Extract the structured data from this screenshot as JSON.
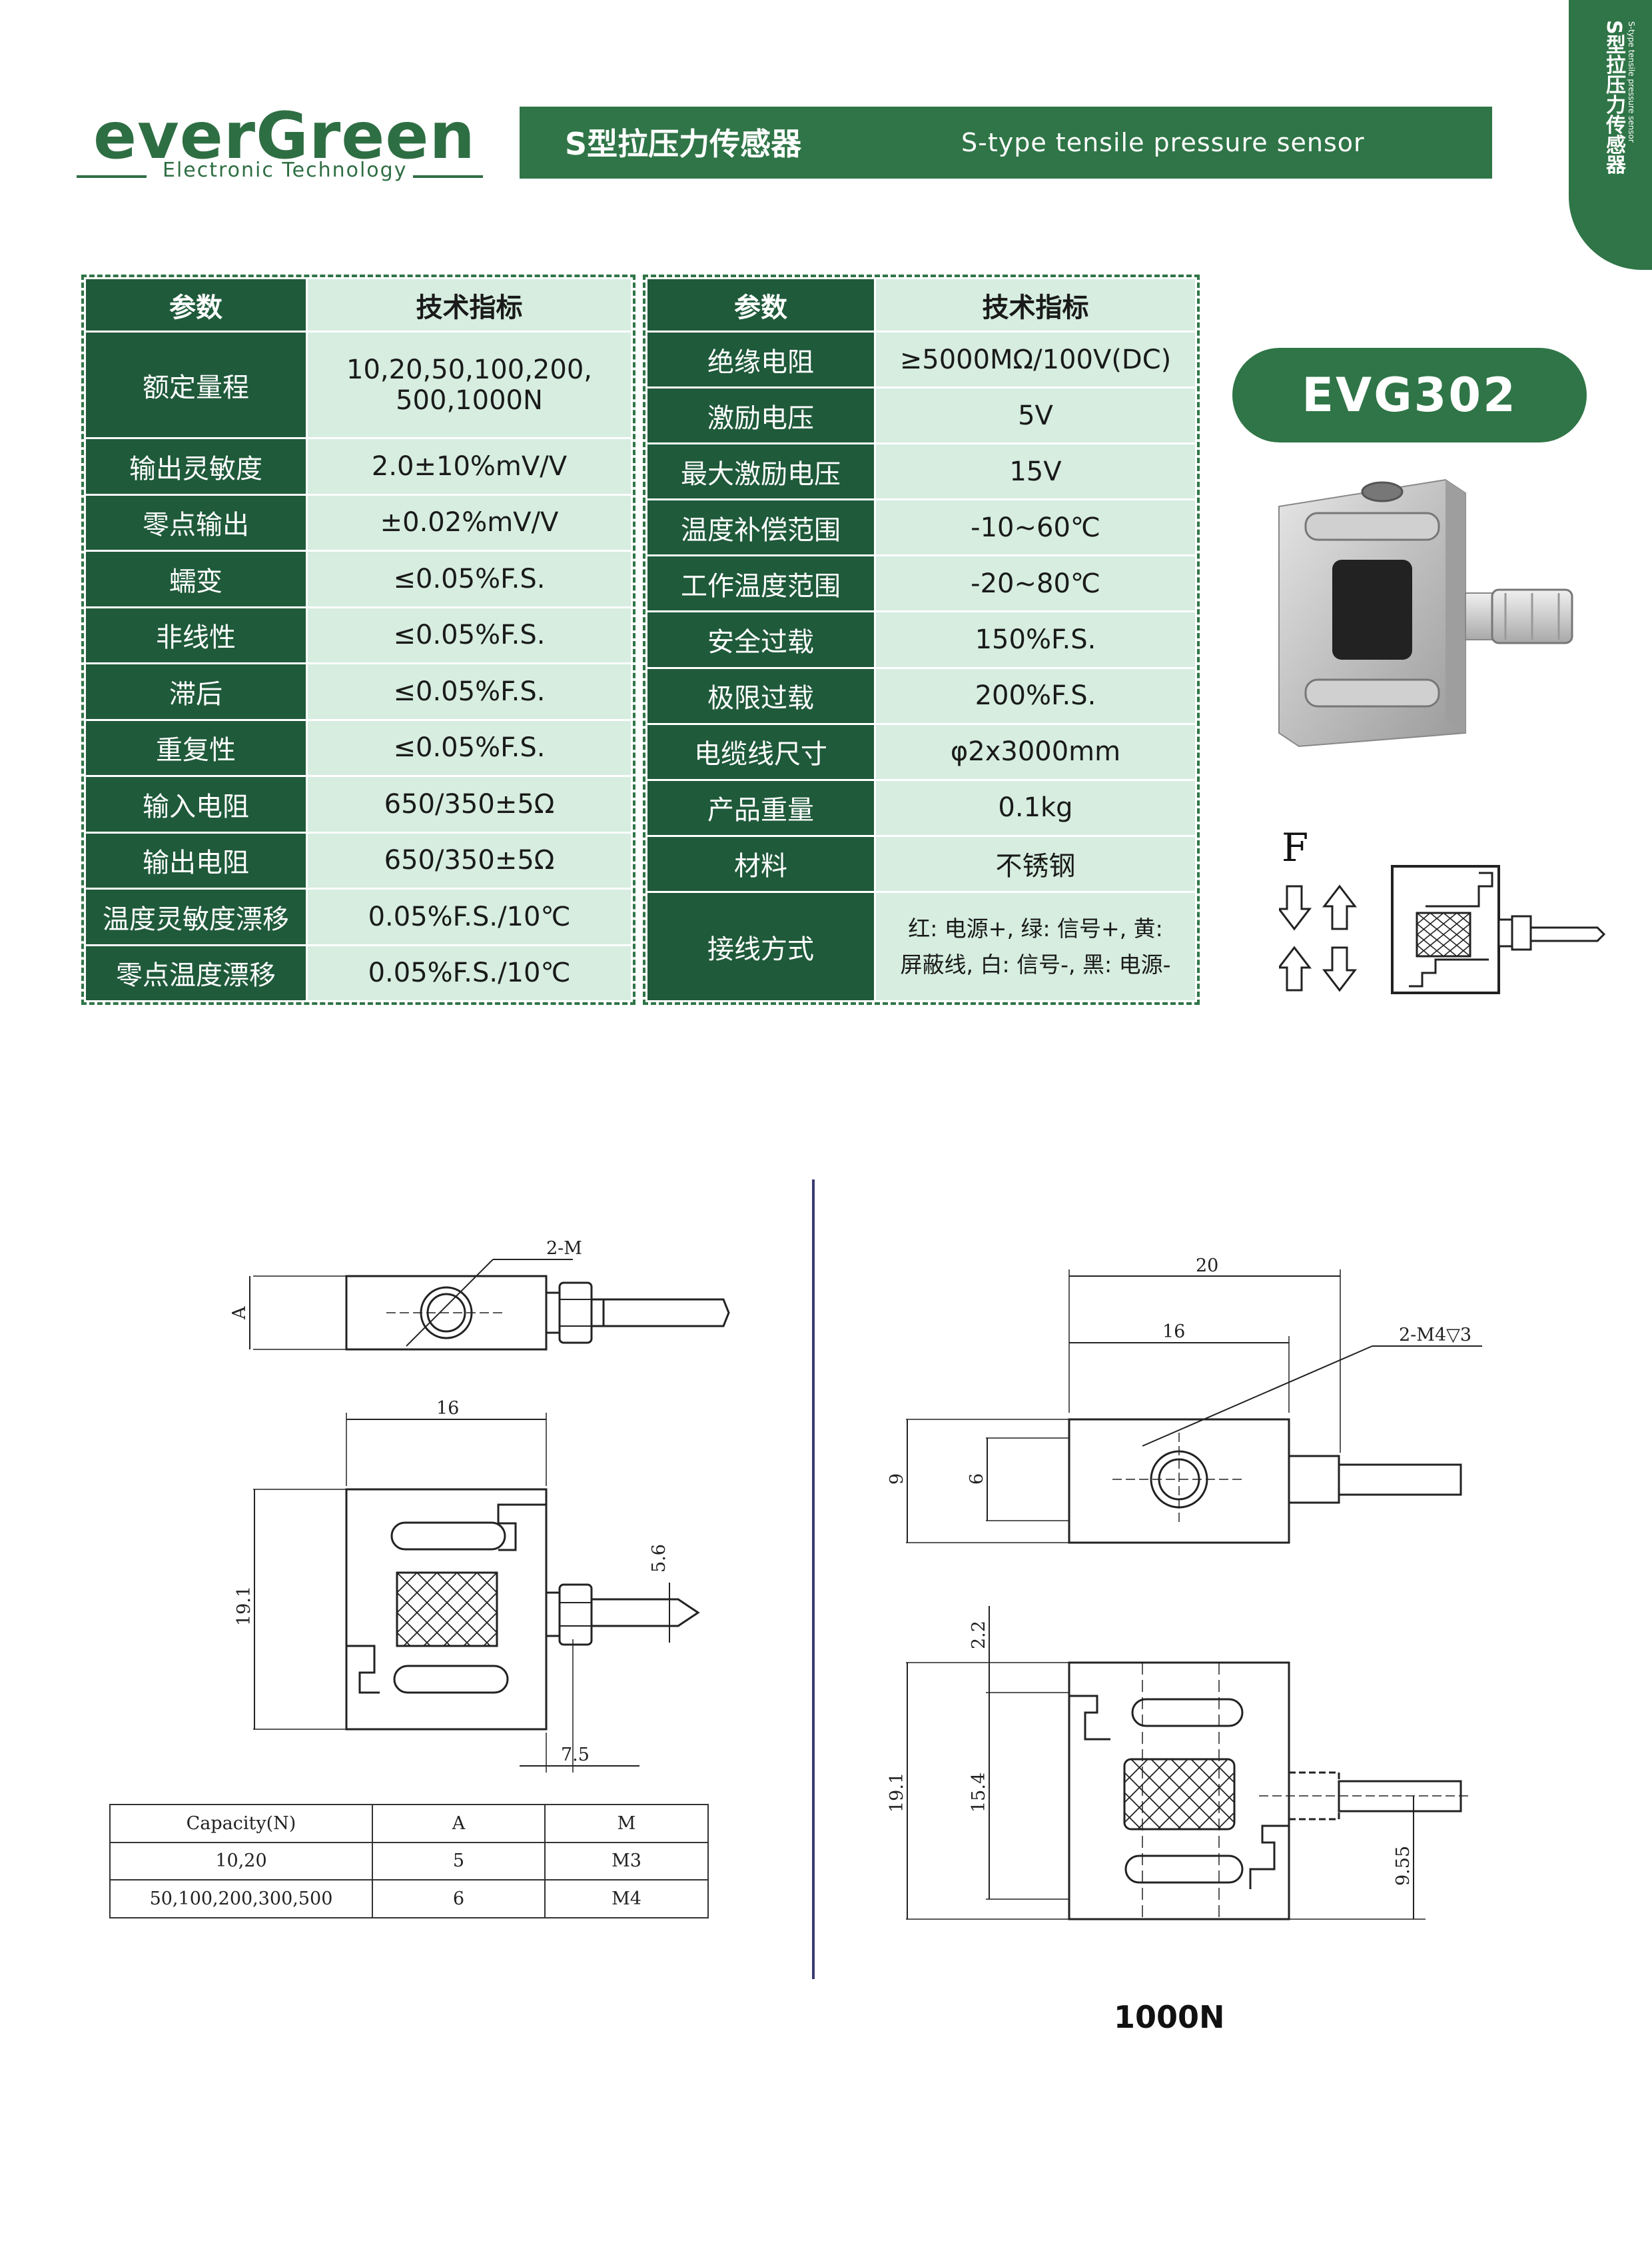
{
  "brand": {
    "name": "everGreen",
    "subtitle": "Electronic Technology"
  },
  "title": {
    "cn": "S型拉压力传感器",
    "en": "S-type tensile pressure sensor"
  },
  "corner_tab": {
    "cn": "S型拉压力传感器",
    "en": "S-type tensile pressure sensor"
  },
  "model": "EVG302",
  "spec_left": {
    "header": {
      "param": "参数",
      "value": "技术指标"
    },
    "rows": [
      {
        "param": "额定量程",
        "value": "10,20,50,100,200,",
        "value2": "500,1000N"
      },
      {
        "param": "输出灵敏度",
        "value": "2.0±10%mV/V"
      },
      {
        "param": "零点输出",
        "value": "±0.02%mV/V"
      },
      {
        "param": "蠕变",
        "value": "≤0.05%F.S."
      },
      {
        "param": "非线性",
        "value": "≤0.05%F.S."
      },
      {
        "param": "滞后",
        "value": "≤0.05%F.S."
      },
      {
        "param": "重复性",
        "value": "≤0.05%F.S."
      },
      {
        "param": "输入电阻",
        "value": "650/350±5Ω"
      },
      {
        "param": "输出电阻",
        "value": "650/350±5Ω"
      },
      {
        "param": "温度灵敏度漂移",
        "value": "0.05%F.S./10℃"
      },
      {
        "param": "零点温度漂移",
        "value": "0.05%F.S./10℃"
      }
    ]
  },
  "spec_right": {
    "header": {
      "param": "参数",
      "value": "技术指标"
    },
    "rows": [
      {
        "param": "绝缘电阻",
        "value": "≥5000MΩ/100V(DC)"
      },
      {
        "param": "激励电压",
        "value": "5V"
      },
      {
        "param": "最大激励电压",
        "value": "15V"
      },
      {
        "param": "温度补偿范围",
        "value": "-10~60℃"
      },
      {
        "param": "工作温度范围",
        "value": "-20~80℃"
      },
      {
        "param": "安全过载",
        "value": "150%F.S."
      },
      {
        "param": "极限过载",
        "value": "200%F.S."
      },
      {
        "param": "电缆线尺寸",
        "value": "φ2x3000mm"
      },
      {
        "param": "产品重量",
        "value": "0.1kg"
      },
      {
        "param": "材料",
        "value": "不锈钢"
      },
      {
        "param": "接线方式",
        "value": "红: 电源+, 绿: 信号+, 黄:",
        "value2": "屏蔽线, 白: 信号-, 黑: 电源-"
      }
    ]
  },
  "force_label": "F",
  "drawing_left": {
    "thread_label": "2-M",
    "dim_A": "A",
    "dim_width": "16",
    "dim_height": "19.1",
    "dim_cable": "5.6",
    "dim_offset": "7.5"
  },
  "drawing_right": {
    "dim_total": "20",
    "dim_width": "16",
    "thread_label": "2-M4▽3",
    "dim_9": "9",
    "dim_6": "6",
    "dim_2_2": "2.2",
    "dim_19_1": "19.1",
    "dim_15_4": "15.4",
    "dim_9_55": "9.55"
  },
  "capacity_table": {
    "headers": [
      "Capacity(N)",
      "A",
      "M"
    ],
    "rows": [
      [
        "10,20",
        "5",
        "M3"
      ],
      [
        "50,100,200,300,500",
        "6",
        "M4"
      ]
    ]
  },
  "caption": "1000N",
  "colors": {
    "brand_green": "#2f7547",
    "dark_green": "#1f5a3a",
    "light_green": "#d6ede0"
  }
}
